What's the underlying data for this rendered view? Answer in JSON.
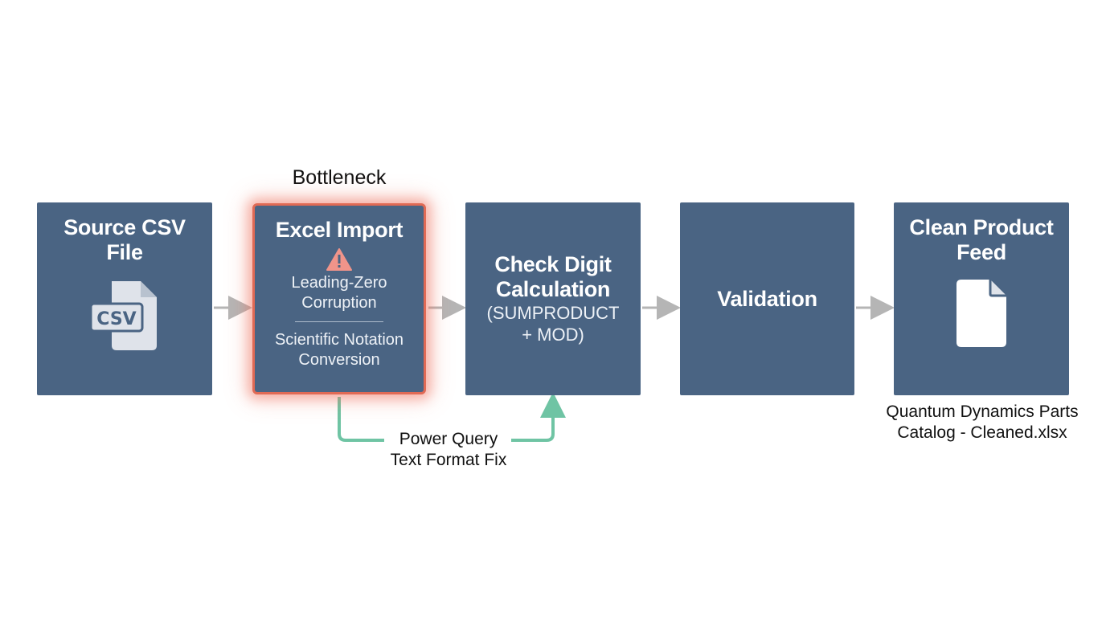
{
  "diagram": {
    "nodes": [
      {
        "id": "source",
        "title": "Source CSV\nFile",
        "icon": "csv-file-icon",
        "icon_text": "CSV"
      },
      {
        "id": "import",
        "title": "Excel Import",
        "icon": "warning-icon",
        "issues": [
          "Leading-Zero\nCorruption",
          "Scientific Notation\nConversion"
        ],
        "highlight": "Bottleneck"
      },
      {
        "id": "check",
        "title": "Check Digit\nCalculation",
        "subtitle": "(SUMPRODUCT\n+ MOD)"
      },
      {
        "id": "validation",
        "title": "Validation"
      },
      {
        "id": "output",
        "title": "Clean Product\nFeed",
        "icon": "document-icon",
        "caption": "Quantum Dynamics Parts\nCatalog - Cleaned.xlsx"
      }
    ],
    "edges": [
      {
        "from": "source",
        "to": "import"
      },
      {
        "from": "import",
        "to": "check"
      },
      {
        "from": "check",
        "to": "validation"
      },
      {
        "from": "validation",
        "to": "output"
      },
      {
        "from": "import",
        "to": "check",
        "label": "Power Query\nText Format Fix",
        "style": "bypass"
      }
    ],
    "colors": {
      "node": "#4a6483",
      "bottleneck": "#e06a55",
      "bypass": "#6fc4a4",
      "arrow": "#b5b5b5",
      "warning": "#f0948a"
    }
  }
}
